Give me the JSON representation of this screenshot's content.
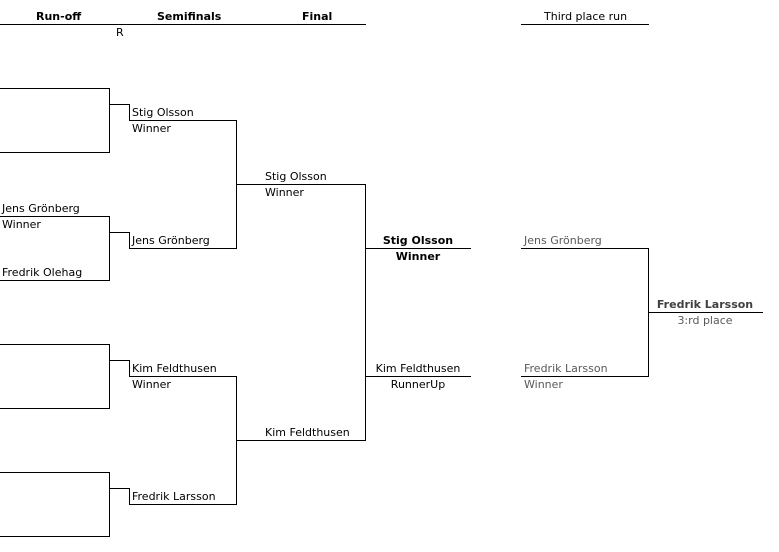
{
  "headers": {
    "runoff": "Run-off",
    "semifinals": "Semifinals",
    "final": "Final",
    "third_place": "Third place run",
    "r_mark": "R"
  },
  "runoff": {
    "p1": "Jens Grönberg",
    "p1_status": "Winner",
    "p2": "Fredrik Olehag"
  },
  "semis": {
    "s1": "Stig Olsson",
    "s1_status": "Winner",
    "s2": "Jens Grönberg",
    "s3": "Kim Feldthusen",
    "s3_status": "Winner",
    "s4": "Fredrik Larsson"
  },
  "finals": {
    "f1": "Stig Olsson",
    "f1_status": "Winner",
    "f2": "Kim Feldthusen"
  },
  "champion": {
    "winner": "Stig Olsson",
    "winner_status": "Winner",
    "runner": "Kim Feldthusen",
    "runner_status": "RunnerUp"
  },
  "third": {
    "p1": "Jens Grönberg",
    "p2": "Fredrik Larsson",
    "p2_status": "Winner",
    "result": "Fredrik Larsson",
    "result_status": "3:rd place"
  }
}
